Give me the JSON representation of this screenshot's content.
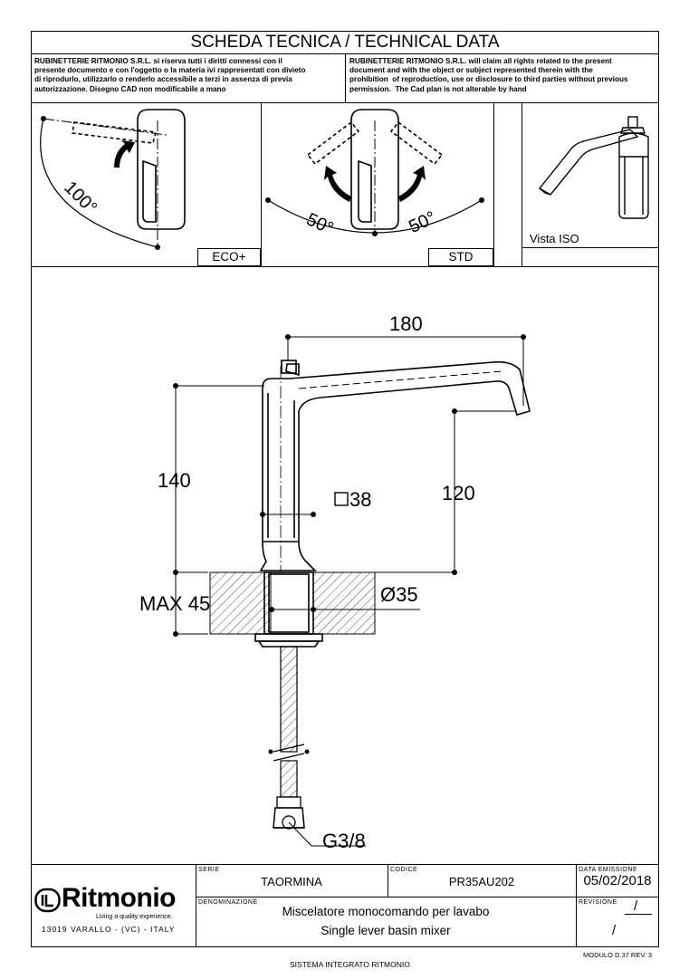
{
  "header": {
    "title": "SCHEDA TECNICA / TECHNICAL DATA",
    "legal_it": "RUBINETTERIE RITMONIO S.R.L. si riserva tutti i diritti connessi con il\npresente documento e con l'oggetto o la materia ivi rappresentati con divieto\ndi riprodurlo, utilizzarlo o renderlo accessibile a terzi in assenza di previa\nautorizzazione. Disegno CAD non modificabile a mano",
    "legal_en": "RUBINETTERIE RITMONIO S.R.L. will claim all rights related to the present\ndocument and with the object or subject represented therein with the\nprohibition  of reproduction, use or disclosure to third parties without previous\npermission.  The Cad plan is not alterable by hand"
  },
  "views": {
    "eco_label": "ECO+",
    "eco_angle": "100°",
    "std_label": "STD",
    "std_angle_left": "50°",
    "std_angle_right": "50°",
    "iso_label": "Vista ISO"
  },
  "dimensions": {
    "spout_length": "180",
    "height": "140",
    "spout_height": "120",
    "body_square": "38",
    "max_thickness": "MAX 45",
    "hole_diameter": "Ø35",
    "connection": "G3/8"
  },
  "title_block": {
    "logo_name": "Ritmonio",
    "tagline": "Living a quality experience.",
    "address": "13019 VARALLO - (VC) - ITALY",
    "serie_label": "SERIE",
    "serie_value": "TAORMINA",
    "codice_label": "CODICE",
    "codice_value": "PR35AU202",
    "data_label": "DATA EMISSIONE",
    "data_value": "05/02/2018",
    "denominazione_label": "DENOMINAZIONE",
    "denominazione_it": "Miscelatore monocomando per lavabo",
    "denominazione_en": "Single lever basin mixer",
    "revisione_label": "REVISIONE",
    "revisione_value_1": "/",
    "revisione_value_2": "/"
  },
  "footer": {
    "module": "MODULO D.37 REV. 3",
    "system": "SISTEMA INTEGRATO RITMONIO"
  }
}
